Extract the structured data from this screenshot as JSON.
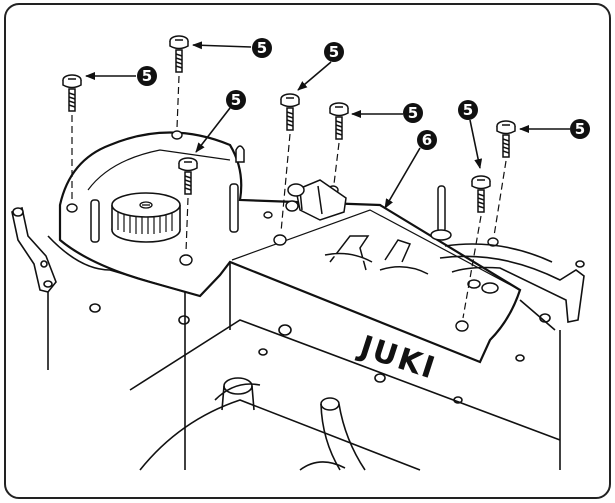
{
  "figure": {
    "brand": "JUKI",
    "callouts": [
      {
        "id": "c1",
        "label": "5"
      },
      {
        "id": "c2",
        "label": "5"
      },
      {
        "id": "c3",
        "label": "5"
      },
      {
        "id": "c4",
        "label": "5"
      },
      {
        "id": "c5",
        "label": "5"
      },
      {
        "id": "c6",
        "label": "5"
      },
      {
        "id": "c7",
        "label": "5"
      },
      {
        "id": "c8",
        "label": "6"
      }
    ]
  }
}
